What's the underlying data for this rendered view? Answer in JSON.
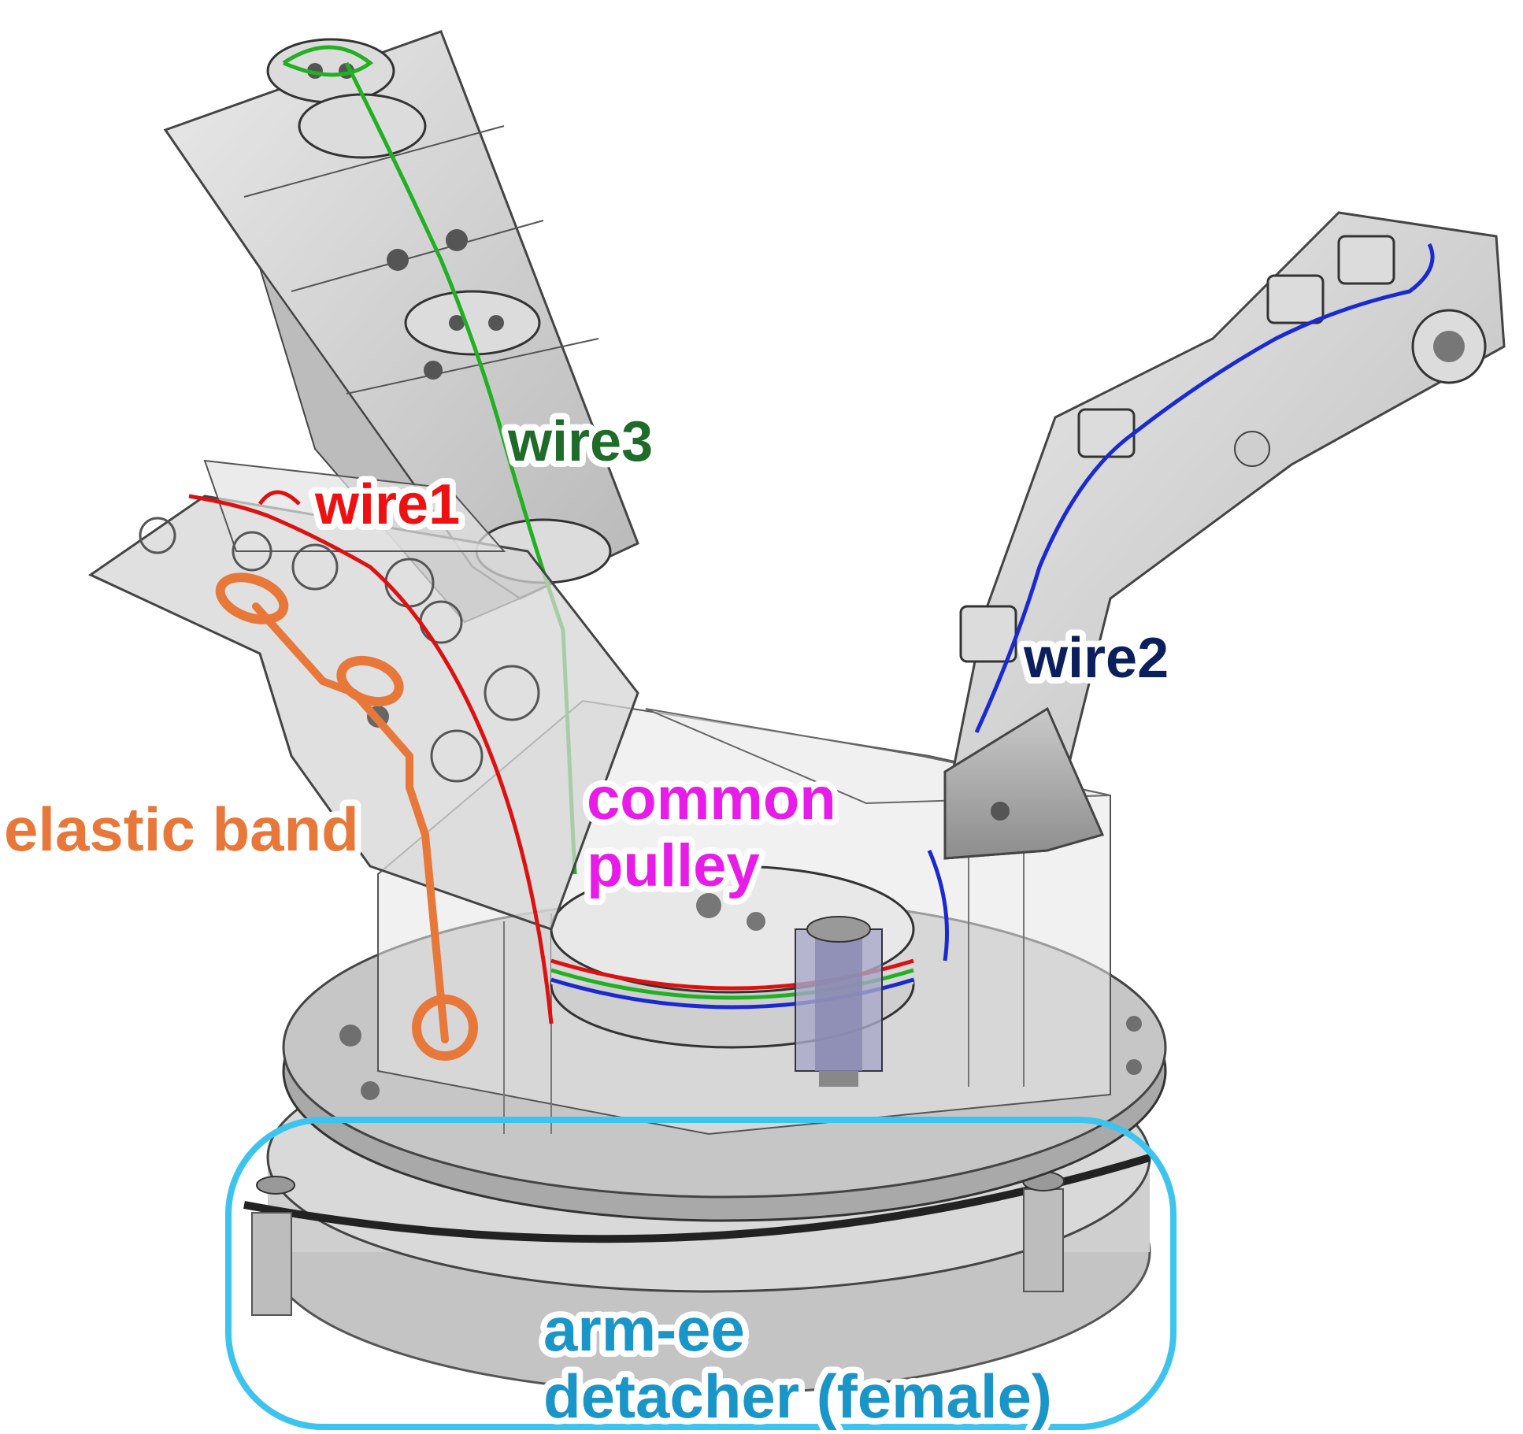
{
  "labels": {
    "wire3": "wire3",
    "wire1": "wire1",
    "wire2": "wire2",
    "elastic_band": "elastic band",
    "common_pulley_line1": "common",
    "common_pulley_line2": "pulley",
    "detacher_line1": "arm-ee",
    "detacher_line2": "detacher (female)"
  },
  "colors": {
    "wire3": "#1f6b2a",
    "wire1": "#ee1111",
    "wire2": "#0b1f5c",
    "elastic_band": "#e8783a",
    "common_pulley": "#e81ce8",
    "detacher": "#1a95c8",
    "detacher_outline": "#3cc4ef",
    "wire3_line": "#22b022",
    "wire2_line": "#1a2ad0",
    "wire1_line": "#dd1111"
  }
}
